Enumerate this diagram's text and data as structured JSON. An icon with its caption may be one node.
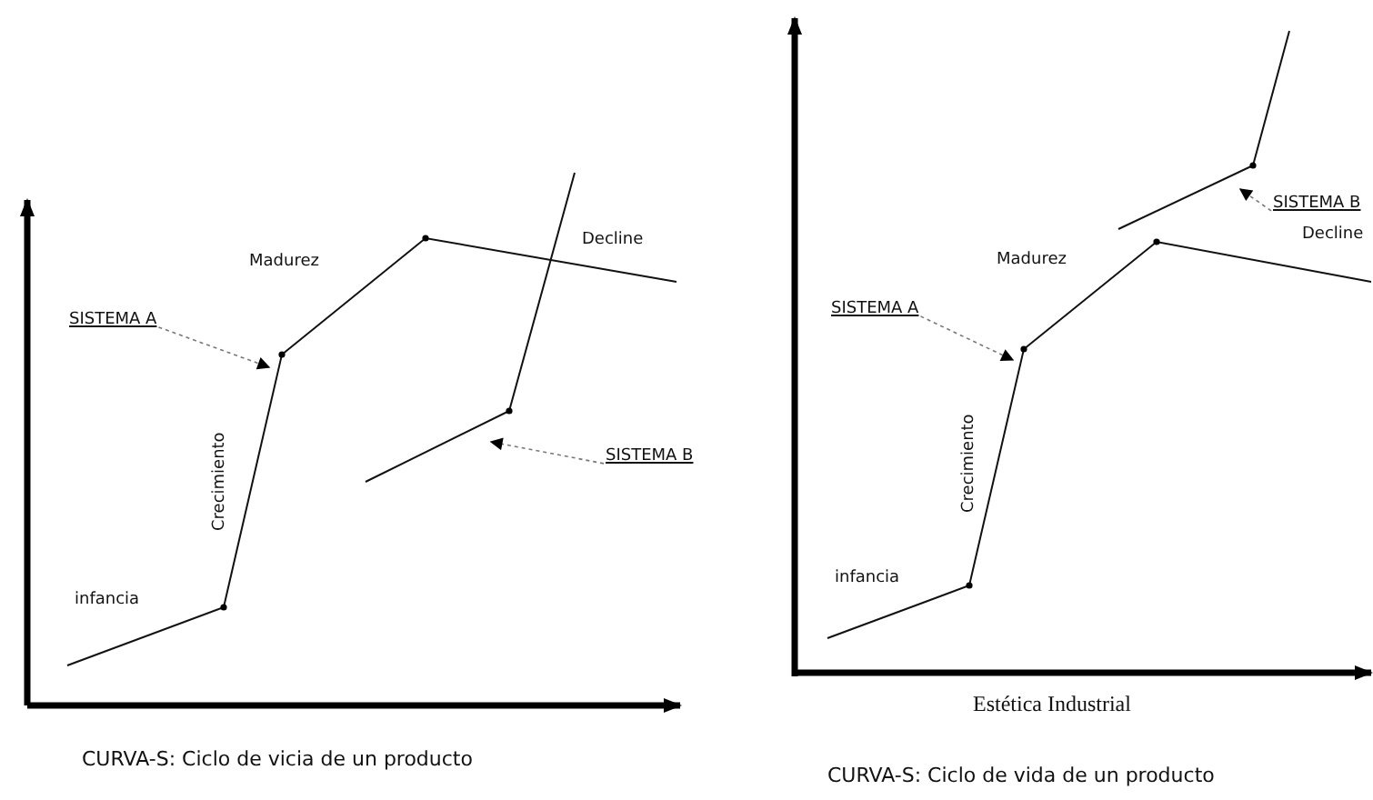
{
  "diagram": {
    "nodes": [
      {
        "text": [
          "SISTEMA A"
        ]
      },
      {
        "text": [
          "SISTEMA B"
        ]
      },
      {
        "text": [
          "SISTEMA A"
        ]
      },
      {
        "text": [
          "SISTEMA B"
        ]
      }
    ],
    "edges": [
      {
        "from": 0,
        "to": null,
        "arrow": "to",
        "style": "dashed"
      },
      {
        "from": 1,
        "to": null,
        "arrow": "to",
        "style": "dashed"
      },
      {
        "from": 2,
        "to": null,
        "arrow": "to",
        "style": "dashed"
      },
      {
        "from": 3,
        "to": null,
        "arrow": "to",
        "style": "dashed"
      }
    ],
    "labels": [
      "Madurez",
      "Decline",
      "Crecimiento",
      "infancia",
      "CURVA-S: Ciclo de vicia de un producto",
      "Madurez",
      "Decline",
      "Crecimiento",
      "infancia",
      "Estética Industrial",
      "CURVA-S: Ciclo de vida de un producto"
    ]
  }
}
